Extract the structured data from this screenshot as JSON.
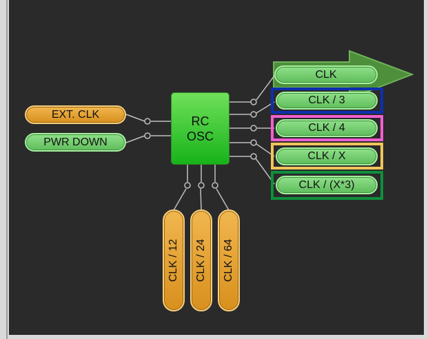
{
  "block": {
    "line1": "RC",
    "line2": "OSC"
  },
  "inputs": {
    "ext_clk": "EXT. CLK",
    "pwr_down": "PWR DOWN"
  },
  "outputs": {
    "clk": "CLK",
    "clk_div3": "CLK / 3",
    "clk_div4": "CLK / 4",
    "clk_divx": "CLK / X",
    "clk_divx3": "CLK / (X*3)"
  },
  "bottom_outputs": {
    "clk_div12": "CLK / 12",
    "clk_div24": "CLK / 24",
    "clk_div64": "CLK / 64"
  },
  "colors": {
    "background": "#2a2a2a",
    "green_pill": "#6fcf6a",
    "orange_pill": "#e3a233",
    "osc_block": "#3ed02a",
    "highlight_blue": "#0d2fb0",
    "highlight_pink": "#f25fd0",
    "highlight_yellow": "#f2c45a",
    "highlight_green": "#0f8f3a",
    "arrow": "#4d8f3a"
  }
}
